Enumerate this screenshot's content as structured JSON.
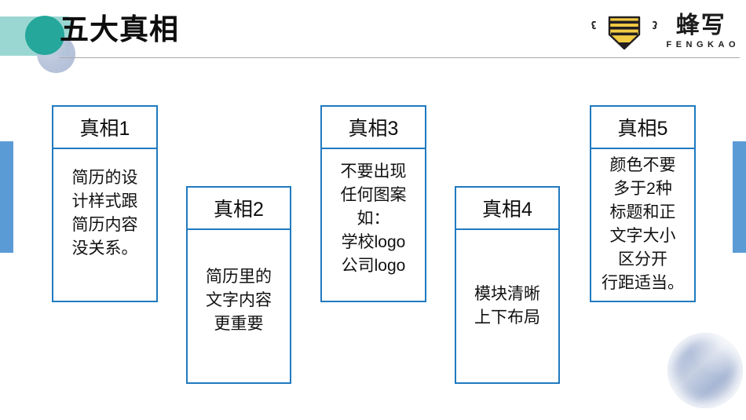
{
  "slide": {
    "title": "五大真相",
    "background_color": "#ffffff"
  },
  "brand": {
    "logo_cn": "蜂写",
    "logo_en": "FENGKAO",
    "logo_icon": "bee-shield-logo",
    "logo_yellow": "#f2cb44",
    "logo_dark": "#231f20"
  },
  "colors": {
    "box_border": "#1f7ac0",
    "side_bar": "#5b9bd5",
    "deco_teal_solid": "#25a79b",
    "deco_teal_light": "#9bd7d2",
    "deco_marble": "#aebcd8",
    "title_rule": "#a9a9a9",
    "text": "#111111"
  },
  "boxes": [
    {
      "id": "1",
      "header": "真相1",
      "body": "简历的设\n计样式跟\n简历内容\n没关系。"
    },
    {
      "id": "2",
      "header": "真相2",
      "body": "简历里的\n文字内容\n更重要"
    },
    {
      "id": "3",
      "header": "真相3",
      "body": "不要出现\n任何图案\n如：\n学校logo\n公司logo"
    },
    {
      "id": "4",
      "header": "真相4",
      "body": "模块清晰\n上下布局"
    },
    {
      "id": "5",
      "header": "真相5",
      "body": "颜色不要\n多于2种\n标题和正\n文字大小\n区分开\n行距适当。"
    }
  ]
}
